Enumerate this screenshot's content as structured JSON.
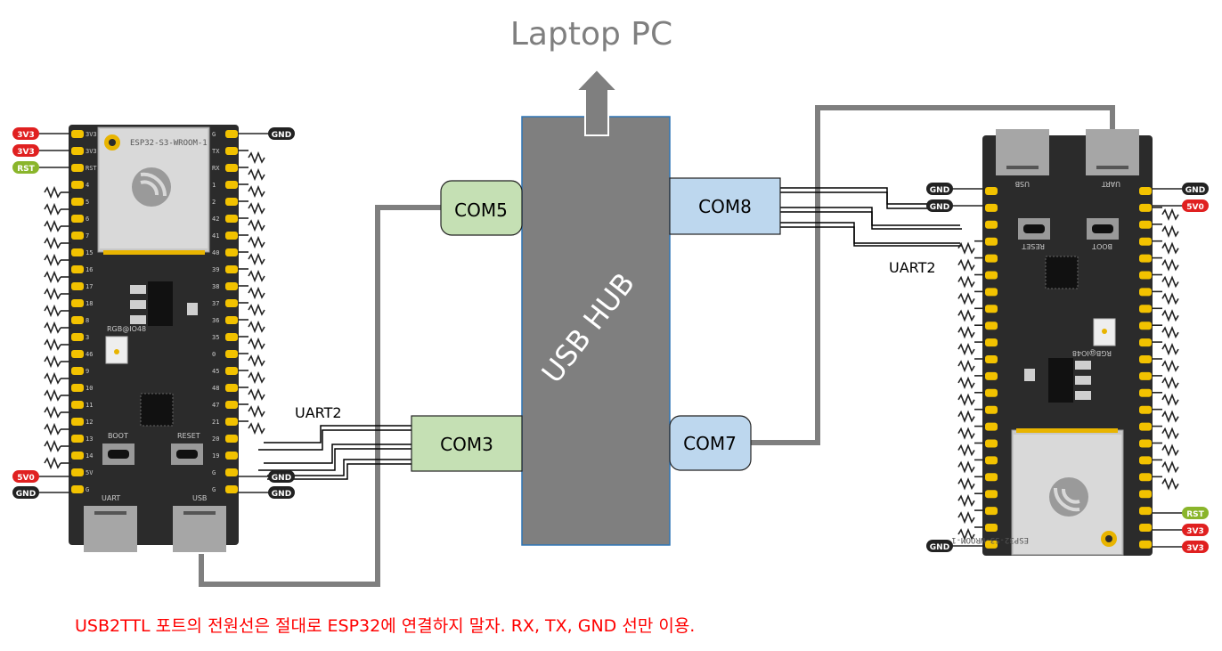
{
  "title": "Laptop PC",
  "hub_label": "USB HUB",
  "ports": {
    "com5": "COM5",
    "com3": "COM3",
    "com8": "COM8",
    "com7": "COM7"
  },
  "uart_left": "UART2",
  "uart_right": "UART2",
  "note": "USB2TTL 포트의 전원선은 절대로 ESP32에 연결하지 말자. RX, TX, GND 선만 이용.",
  "left_board": {
    "module": "ESP32-S3-WROOM-1",
    "led": "RGB@IO48",
    "boot": "BOOT",
    "reset": "RESET",
    "uart_port": "UART",
    "usb_port": "USB",
    "left_tags": [
      "3V3",
      "3V3",
      "RST",
      "5V0",
      "GND"
    ],
    "right_tags": [
      "GND",
      "GND",
      "GND"
    ],
    "left_pins": [
      "3V3",
      "3V3",
      "RST",
      "4",
      "5",
      "6",
      "7",
      "15",
      "16",
      "17",
      "18",
      "8",
      "3",
      "46",
      "9",
      "10",
      "11",
      "12",
      "13",
      "14",
      "5V",
      "G"
    ],
    "right_pins": [
      "G",
      "TX",
      "RX",
      "1",
      "2",
      "42",
      "41",
      "40",
      "39",
      "38",
      "37",
      "36",
      "35",
      "0",
      "45",
      "48",
      "47",
      "21",
      "20",
      "19",
      "G",
      "G"
    ]
  },
  "right_board": {
    "module": "ESP32-S3-WROOM-1",
    "led": "RGB@IO48",
    "boot": "BOOT",
    "reset": "RESET",
    "uart_port": "UART",
    "usb_port": "USB",
    "left_tags": [
      "GND",
      "GND",
      "GND"
    ],
    "right_tags": [
      "GND",
      "5V0",
      "RST",
      "3V3",
      "3V3"
    ]
  },
  "colors": {
    "hub": "#7f7f7f",
    "hub_border": "#2e75b6",
    "green_port": "#c5e0b4",
    "blue_port": "#bdd7ee",
    "tag_red": "#e02020",
    "tag_green": "#8ab52b",
    "tag_black": "#222222",
    "cable": "#7f7f7f",
    "note": "#ff0000"
  }
}
